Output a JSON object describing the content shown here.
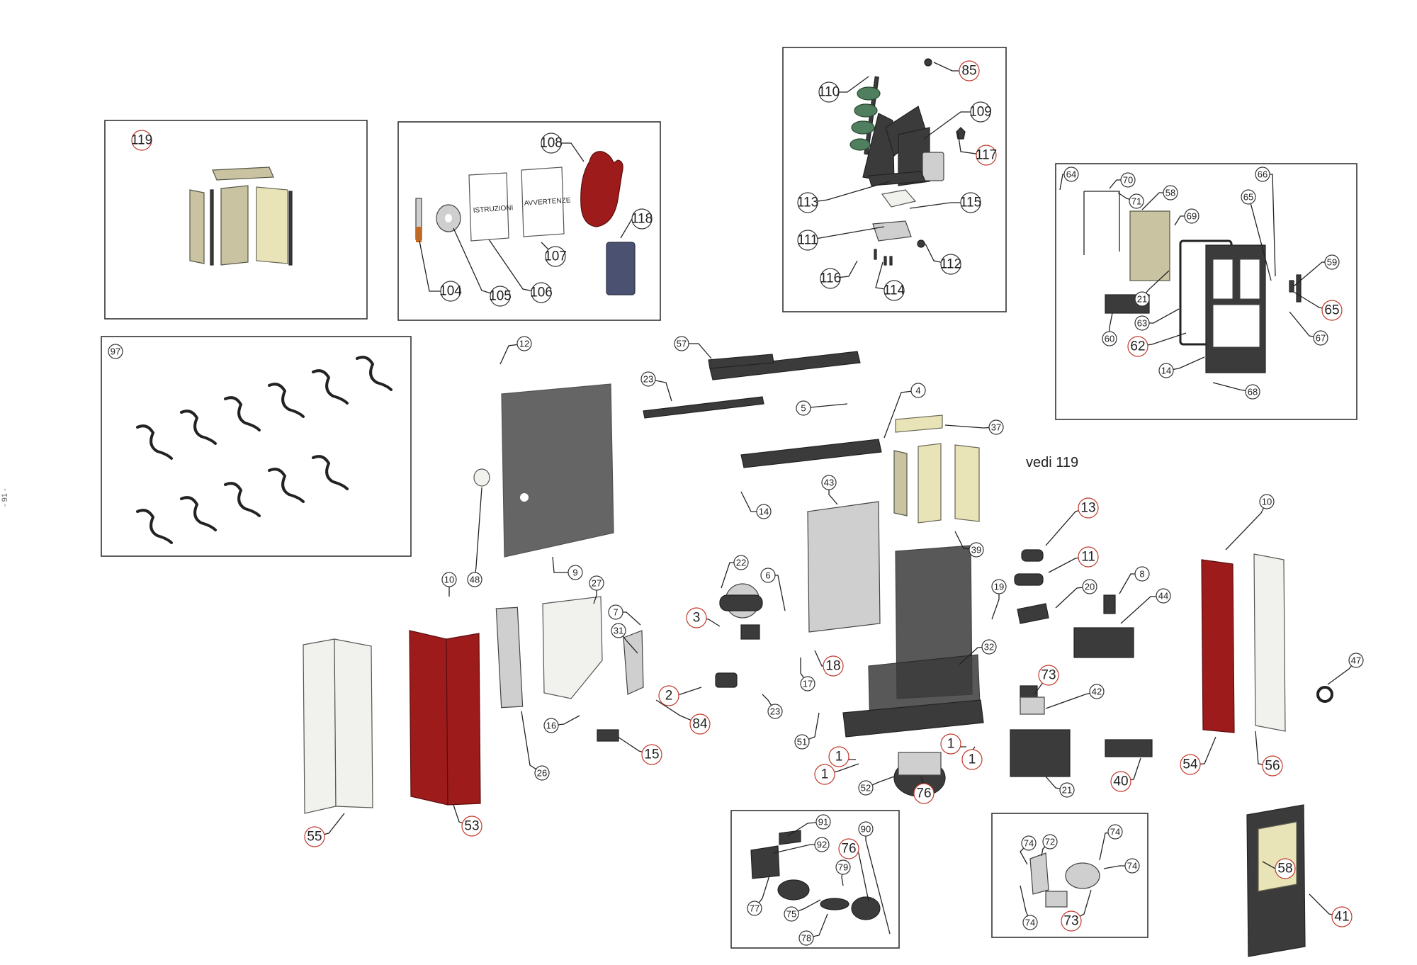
{
  "colors": {
    "accent_red": "#c0392b",
    "panel_red": "#9e1b1b",
    "metal": "#cfcfcf",
    "cream": "#e9e4b8",
    "dark": "#3b3b3b"
  },
  "documents": {
    "manual_title": "ISTRUZIONI",
    "warning_title": "AVVERTENZE"
  },
  "notes": {
    "see_119": "vedi 119"
  },
  "margin_mark": "- 91 -",
  "callouts": [
    {
      "label": "119",
      "red": true
    },
    {
      "label": "108",
      "red": false
    },
    {
      "label": "118",
      "red": false
    },
    {
      "label": "104",
      "red": false
    },
    {
      "label": "105",
      "red": false
    },
    {
      "label": "106",
      "red": false
    },
    {
      "label": "107",
      "red": false
    },
    {
      "label": "110",
      "red": false
    },
    {
      "label": "85",
      "red": true
    },
    {
      "label": "109",
      "red": false
    },
    {
      "label": "117",
      "red": true
    },
    {
      "label": "113",
      "red": false
    },
    {
      "label": "115",
      "red": false
    },
    {
      "label": "111",
      "red": false
    },
    {
      "label": "112",
      "red": false
    },
    {
      "label": "116",
      "red": false
    },
    {
      "label": "114",
      "red": false
    },
    {
      "label": "64",
      "red": false
    },
    {
      "label": "70",
      "red": false
    },
    {
      "label": "71",
      "red": false
    },
    {
      "label": "58",
      "red": false
    },
    {
      "label": "69",
      "red": false
    },
    {
      "label": "66",
      "red": false
    },
    {
      "label": "65",
      "red": false
    },
    {
      "label": "59",
      "red": false
    },
    {
      "label": "65",
      "red": true
    },
    {
      "label": "21",
      "red": false
    },
    {
      "label": "63",
      "red": false
    },
    {
      "label": "60",
      "red": false
    },
    {
      "label": "62",
      "red": true
    },
    {
      "label": "67",
      "red": false
    },
    {
      "label": "14",
      "red": false
    },
    {
      "label": "68",
      "red": false
    },
    {
      "label": "97",
      "red": false
    },
    {
      "label": "12",
      "red": false
    },
    {
      "label": "57",
      "red": false
    },
    {
      "label": "23",
      "red": false
    },
    {
      "label": "5",
      "red": false
    },
    {
      "label": "4",
      "red": false
    },
    {
      "label": "37",
      "red": false
    },
    {
      "label": "14",
      "red": false
    },
    {
      "label": "43",
      "red": false
    },
    {
      "label": "39",
      "red": false
    },
    {
      "label": "13",
      "red": true
    },
    {
      "label": "11",
      "red": true
    },
    {
      "label": "10",
      "red": false
    },
    {
      "label": "9",
      "red": false
    },
    {
      "label": "48",
      "red": false
    },
    {
      "label": "22",
      "red": false
    },
    {
      "label": "6",
      "red": false
    },
    {
      "label": "27",
      "red": false
    },
    {
      "label": "7",
      "red": false
    },
    {
      "label": "3",
      "red": true
    },
    {
      "label": "10",
      "red": false
    },
    {
      "label": "19",
      "red": false
    },
    {
      "label": "20",
      "red": false
    },
    {
      "label": "8",
      "red": false
    },
    {
      "label": "44",
      "red": false
    },
    {
      "label": "31",
      "red": false
    },
    {
      "label": "32",
      "red": false
    },
    {
      "label": "18",
      "red": true
    },
    {
      "label": "17",
      "red": false
    },
    {
      "label": "2",
      "red": true
    },
    {
      "label": "73",
      "red": true
    },
    {
      "label": "42",
      "red": false
    },
    {
      "label": "47",
      "red": false
    },
    {
      "label": "84",
      "red": true
    },
    {
      "label": "23",
      "red": false
    },
    {
      "label": "16",
      "red": false
    },
    {
      "label": "51",
      "red": false
    },
    {
      "label": "15",
      "red": true
    },
    {
      "label": "1",
      "red": true
    },
    {
      "label": "1",
      "red": true
    },
    {
      "label": "1",
      "red": true
    },
    {
      "label": "1",
      "red": true
    },
    {
      "label": "26",
      "red": false
    },
    {
      "label": "52",
      "red": false
    },
    {
      "label": "76",
      "red": true
    },
    {
      "label": "21",
      "red": false
    },
    {
      "label": "40",
      "red": true
    },
    {
      "label": "54",
      "red": true
    },
    {
      "label": "56",
      "red": true
    },
    {
      "label": "55",
      "red": true
    },
    {
      "label": "53",
      "red": true
    },
    {
      "label": "91",
      "red": false
    },
    {
      "label": "90",
      "red": false
    },
    {
      "label": "92",
      "red": false
    },
    {
      "label": "76",
      "red": true
    },
    {
      "label": "79",
      "red": false
    },
    {
      "label": "77",
      "red": false
    },
    {
      "label": "75",
      "red": false
    },
    {
      "label": "78",
      "red": false
    },
    {
      "label": "74",
      "red": false
    },
    {
      "label": "72",
      "red": false
    },
    {
      "label": "74",
      "red": false
    },
    {
      "label": "74",
      "red": false
    },
    {
      "label": "74",
      "red": false
    },
    {
      "label": "73",
      "red": true
    },
    {
      "label": "58",
      "red": true
    },
    {
      "label": "41",
      "red": true
    }
  ]
}
